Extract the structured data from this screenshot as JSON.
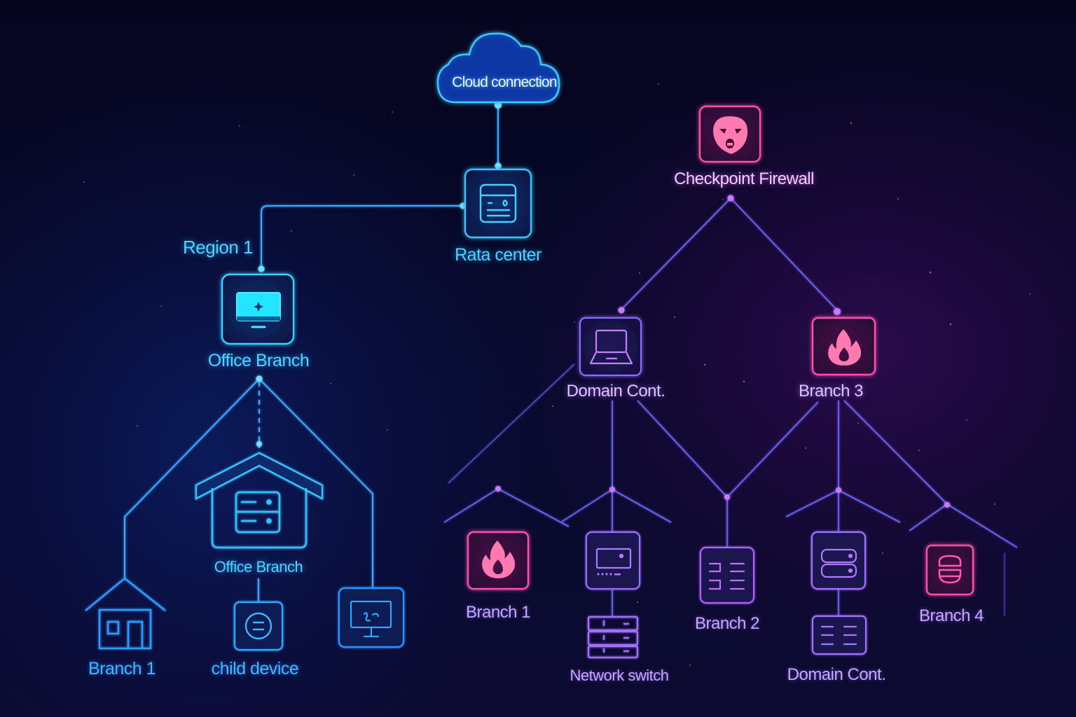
{
  "diagram": {
    "type": "network-topology",
    "colors": {
      "background": "#080a2e",
      "left_accent": "#36c6ff",
      "left_accent_secondary": "#2f8fff",
      "right_accent": "#a070ff",
      "right_hot": "#ff4fa8",
      "line_violet": "#7a6cff"
    },
    "nodes": {
      "cloud": {
        "label": "Cloud connection",
        "icon": "cloud-icon"
      },
      "data_center": {
        "label": "Rata center",
        "icon": "server-window-icon"
      },
      "region": {
        "label": "Region 1"
      },
      "office_branch_top": {
        "label": "Office Branch",
        "icon": "monitor-icon"
      },
      "office_branch_house": {
        "label": "Office Branch",
        "icon": "house-server-icon"
      },
      "branch1_left": {
        "label": "Branch 1",
        "icon": "house-icon"
      },
      "child_device": {
        "label": "child device",
        "icon": "circle-device-icon"
      },
      "monitor_device": {
        "label": "",
        "icon": "monitor-icon"
      },
      "checkpoint_firewall": {
        "label": "Checkpoint Firewall",
        "icon": "shield-face-icon"
      },
      "domain_cont_top": {
        "label": "Domain Cont.",
        "icon": "laptop-icon"
      },
      "branch3": {
        "label": "Branch 3",
        "icon": "flame-icon"
      },
      "branch1_right": {
        "label": "Branch 1",
        "icon": "flame-icon"
      },
      "router": {
        "label": "",
        "icon": "router-icon"
      },
      "network_switch": {
        "label": "Network switch",
        "icon": "switch-rack-icon"
      },
      "branch2": {
        "label": "Branch 2",
        "icon": "list-grid-icon"
      },
      "storage": {
        "label": "",
        "icon": "storage-icon"
      },
      "domain_cont_bottom": {
        "label": "Domain Cont.",
        "icon": "list-grid-icon"
      },
      "branch4": {
        "label": "Branch 4",
        "icon": "database-icon"
      }
    }
  }
}
